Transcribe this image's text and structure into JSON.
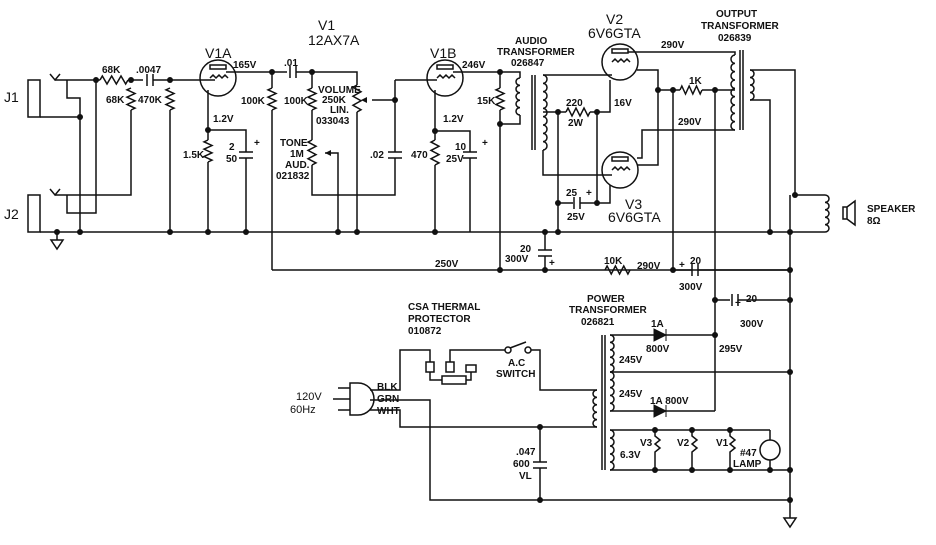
{
  "jacks": {
    "j1": "J1",
    "j2": "J2"
  },
  "v1": {
    "name": "V1",
    "type": "12AX7A",
    "a": "V1A",
    "b": "V1B"
  },
  "v2": {
    "name": "V2",
    "type": "6V6GTA"
  },
  "v3": {
    "name": "V3",
    "type": "6V6GTA"
  },
  "input": {
    "r1": "68K",
    "r2": "68K",
    "c1": ".0047",
    "r3": "470K"
  },
  "v1a": {
    "plate_v": "165V",
    "cathode_v": "1.2V",
    "rk": "1.5K",
    "ck1": "2",
    "ck2": "50",
    "plus": "+"
  },
  "coupling": {
    "c": ".01",
    "r_plate": "100K",
    "r_tone": "100K",
    "c_tone": ".02"
  },
  "volume": {
    "l1": "VOLUME",
    "l2": "250K",
    "l3": "LIN.",
    "l4": "033043"
  },
  "tone": {
    "l1": "TONE",
    "l2": "1M",
    "l3": "AUD.",
    "l4": "021832"
  },
  "v1b": {
    "plate_v": "246V",
    "cathode_v": "1.2V",
    "rk": "470",
    "ck1": "10",
    "ck2": "25V",
    "plus": "+"
  },
  "audio_transformer": {
    "l1": "AUDIO",
    "l2": "TRANSFORMER",
    "l3": "026847",
    "r": "15K"
  },
  "output_stage": {
    "rk1": "220",
    "rk2": "2W",
    "grid_v": "16V",
    "ck1": "25",
    "ck2": "25V",
    "plus": "+",
    "plate_v2": "290V",
    "plate_v3": "290V",
    "r_screen": "1K"
  },
  "output_transformer": {
    "l1": "OUTPUT",
    "l2": "TRANSFORMER",
    "l3": "026839"
  },
  "speaker": {
    "l1": "SPEAKER",
    "l2": "8Ω"
  },
  "supply": {
    "rail_v": "250V",
    "c1a": "20",
    "c1b": "300V",
    "r": "10K",
    "node_v": "290V",
    "c2a": "20",
    "c2b": "300V",
    "c3a": "20",
    "c3b": "300V",
    "hv": "295V",
    "plus": "+"
  },
  "power_transformer": {
    "l1": "POWER",
    "l2": "TRANSFORMER",
    "l3": "026821",
    "d1a": "1A",
    "d1b": "800V",
    "d2": "1A 800V",
    "s1": "245V",
    "s2": "245V",
    "heater": "6.3V",
    "fil_v3": "V3",
    "fil_v2": "V2",
    "fil_v1": "V1",
    "lamp1": "#47",
    "lamp2": "LAMP"
  },
  "mains": {
    "l1": "120V",
    "l2": "60Hz",
    "blk": "BLK",
    "grn": "GRN",
    "wht": "WHT"
  },
  "thermal": {
    "l1": "CSA THERMAL",
    "l2": "PROTECTOR",
    "l3": "010872"
  },
  "switch": {
    "l1": "A.C",
    "l2": "SWITCH"
  },
  "line_cap": {
    "l1": ".047",
    "l2": "600",
    "l3": "VL"
  }
}
